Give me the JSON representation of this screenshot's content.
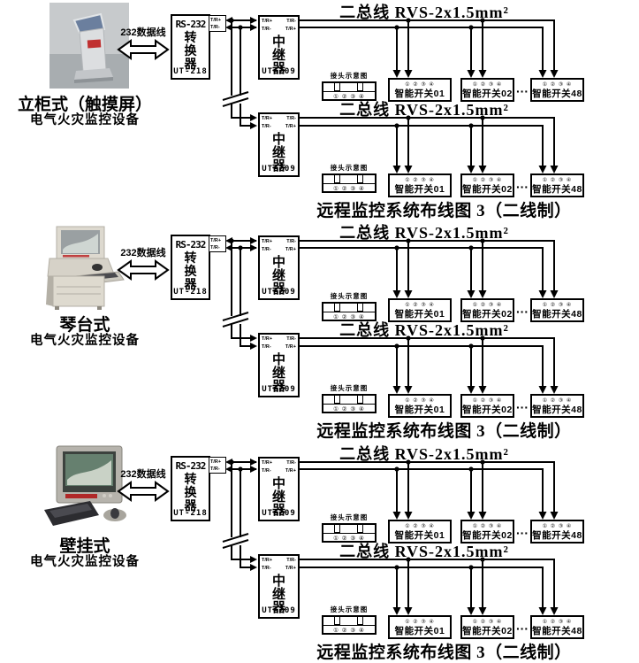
{
  "shared": {
    "bus_label": "二总线 RVS-2x1.5mm²",
    "caption": "远程监控系统布线图 3（二线制）",
    "cable_label": "232数据线",
    "converter_title": "RS-232",
    "converter_name": "转换器",
    "converter_model": "UT-218",
    "converter_terminals": {
      "top": "T/R+",
      "bottom": "T/R-"
    },
    "repeater_name": "中继器",
    "repeater_model": "UT-209",
    "repeater_terminals": {
      "left_top": "T/R+",
      "left_bottom": "T/R-",
      "right_top": "T/R-",
      "right_bottom": "T/R+"
    },
    "connector_label": "接头示意图",
    "connector_pins": "① ② ③ ④",
    "switch_pins": "① ② ③ ④",
    "switch_01": "智能开关01",
    "switch_02": "智能开关02",
    "switch_48": "智能开关48",
    "ellipsis": "···"
  },
  "sections": [
    {
      "device_kind": "kiosk",
      "device_title": "立柜式（触摸屏）",
      "device_subtitle": "电气火灾监控设备"
    },
    {
      "device_kind": "console",
      "device_title": "琴台式",
      "device_subtitle": "电气火灾监控设备"
    },
    {
      "device_kind": "wallmount",
      "device_title": "壁挂式",
      "device_subtitle": "电气火灾监控设备"
    }
  ]
}
